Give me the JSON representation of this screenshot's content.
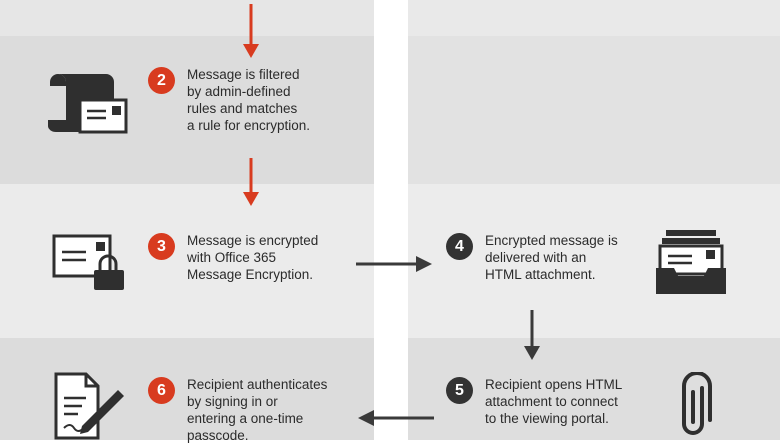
{
  "colors": {
    "accent_red": "#d83b1f",
    "dark_badge": "#333333",
    "arrow_dark": "#3a3a3a",
    "icon_dark": "#2f2f2f"
  },
  "steps": [
    {
      "number": "2",
      "text": "Message is filtered\nby admin-defined\nrules and matches\na rule for encryption.",
      "icon": "scroll-envelope-icon"
    },
    {
      "number": "3",
      "text": "Message is encrypted\nwith Office 365\nMessage Encryption.",
      "icon": "envelope-lock-icon"
    },
    {
      "number": "4",
      "text": "Encrypted message is\ndelivered with an\nHTML attachment.",
      "icon": "inbox-tray-icon"
    },
    {
      "number": "5",
      "text": "Recipient opens HTML\nattachment to connect\nto the viewing portal.",
      "icon": "paperclip-icon"
    },
    {
      "number": "6",
      "text": "Recipient authenticates\nby signing in or\nentering a one-time\npasscode.",
      "icon": "document-pen-icon"
    }
  ]
}
